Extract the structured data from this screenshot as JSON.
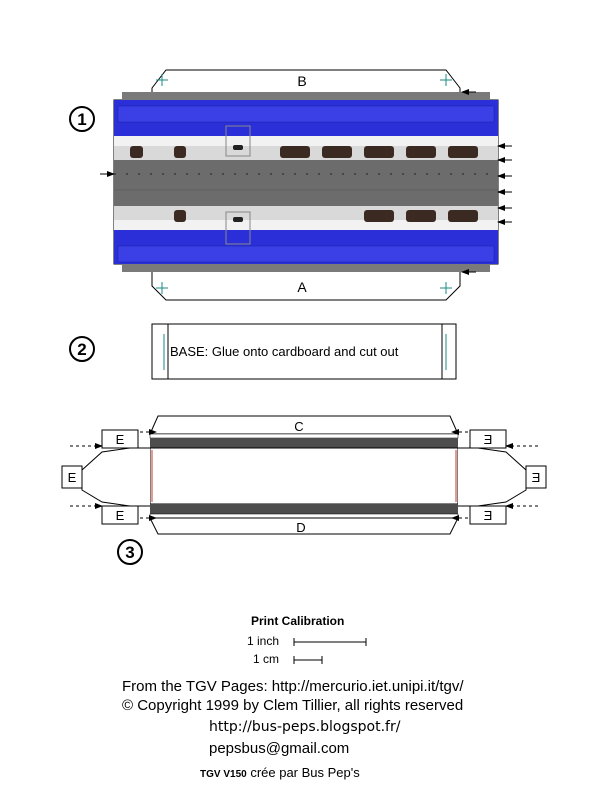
{
  "steps": {
    "one": "1",
    "two": "2",
    "three": "3"
  },
  "piece1": {
    "top_flap": "B",
    "bottom_flap": "A"
  },
  "piece2": {
    "label": "BASE:  Glue onto cardboard and cut out"
  },
  "piece3": {
    "top_strip": "C",
    "bottom_strip": "D",
    "end_flap": "E"
  },
  "calibration": {
    "title": "Print Calibration",
    "inch": "1 inch",
    "cm": "1 cm"
  },
  "credits": {
    "line1": "From the TGV Pages: http://mercurio.iet.unipi.it/tgv/",
    "line2": "© Copyright 1999 by Clem Tillier, all rights reserved",
    "line3": "http://bus-peps.blogspot.fr/",
    "line4": "pepsbus@gmail.com",
    "model": "TGV V150",
    "line5_rest": " crée par Bus Pep's"
  },
  "colors": {
    "livery_blue": "#2a2fd8",
    "roof_gray": "#6c6c6c",
    "window": "#3b2a22",
    "bg": "#ffffff"
  }
}
